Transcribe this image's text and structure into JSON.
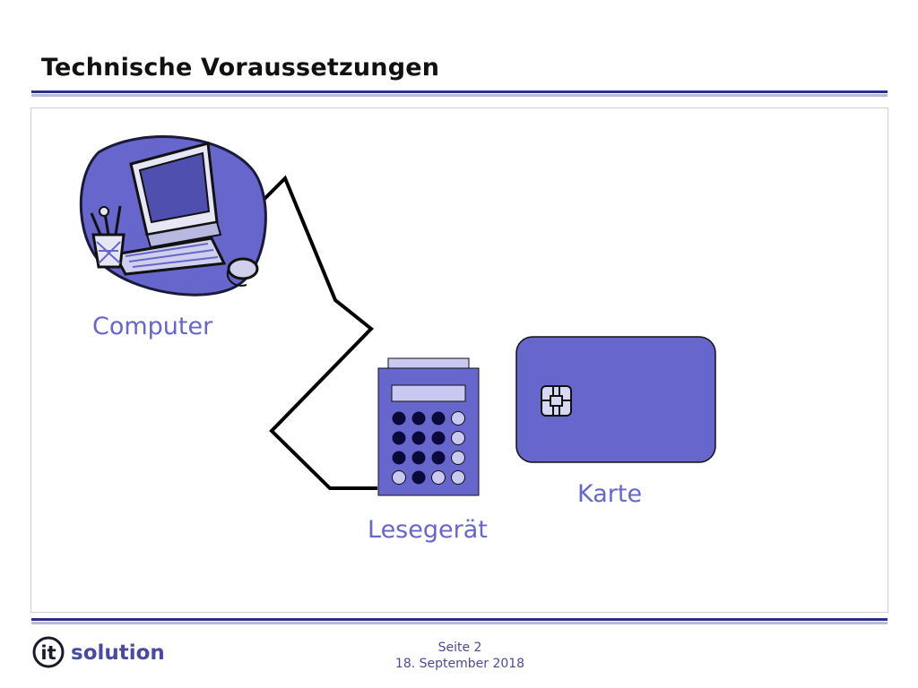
{
  "slide": {
    "title": "Technische Voraussetzungen"
  },
  "diagram": {
    "labels": {
      "computer": "Computer",
      "reader": "Lesegerät",
      "card": "Karte"
    }
  },
  "footer": {
    "page": "Seite 2",
    "date": "18. September 2018",
    "logo": {
      "mark": "it",
      "wordmark": "solution"
    }
  },
  "colors": {
    "accent": "#6666cc",
    "rule_dark": "#2d2d8c",
    "rule_light": "#b8b8dc",
    "device_fill": "#6666cc",
    "device_light": "#c8c8f0"
  }
}
